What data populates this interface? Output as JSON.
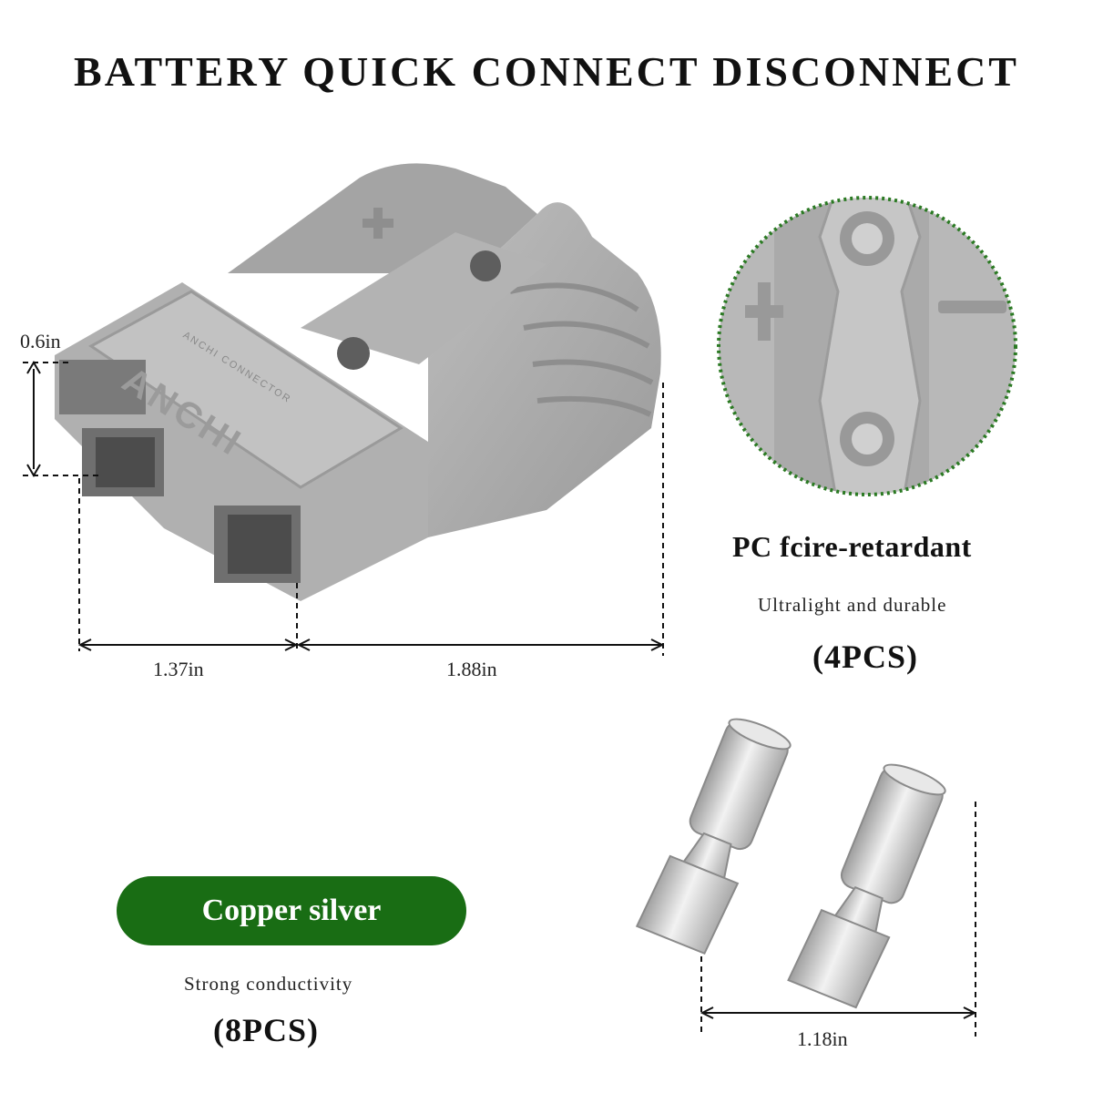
{
  "title": "BATTERY QUICK CONNECT DISCONNECT",
  "brand": {
    "logo_text": "ANCHI",
    "logo_subtext": "ANCHI CONNECTOR"
  },
  "dimensions": {
    "height": "0.6in",
    "width": "1.37in",
    "length": "1.88in",
    "terminal_length": "1.18in"
  },
  "housing_feature": {
    "title": "PC fcire-retardant",
    "subtitle": "Ultralight and durable",
    "quantity": "(4PCS)"
  },
  "terminal_feature": {
    "badge": "Copper silver",
    "subtitle": "Strong conductivity",
    "quantity": "(8PCS)"
  },
  "colors": {
    "accent_green": "#196d14",
    "housing_gray": "#a9a9a9",
    "terminal_silver": "#cfcfcf"
  }
}
